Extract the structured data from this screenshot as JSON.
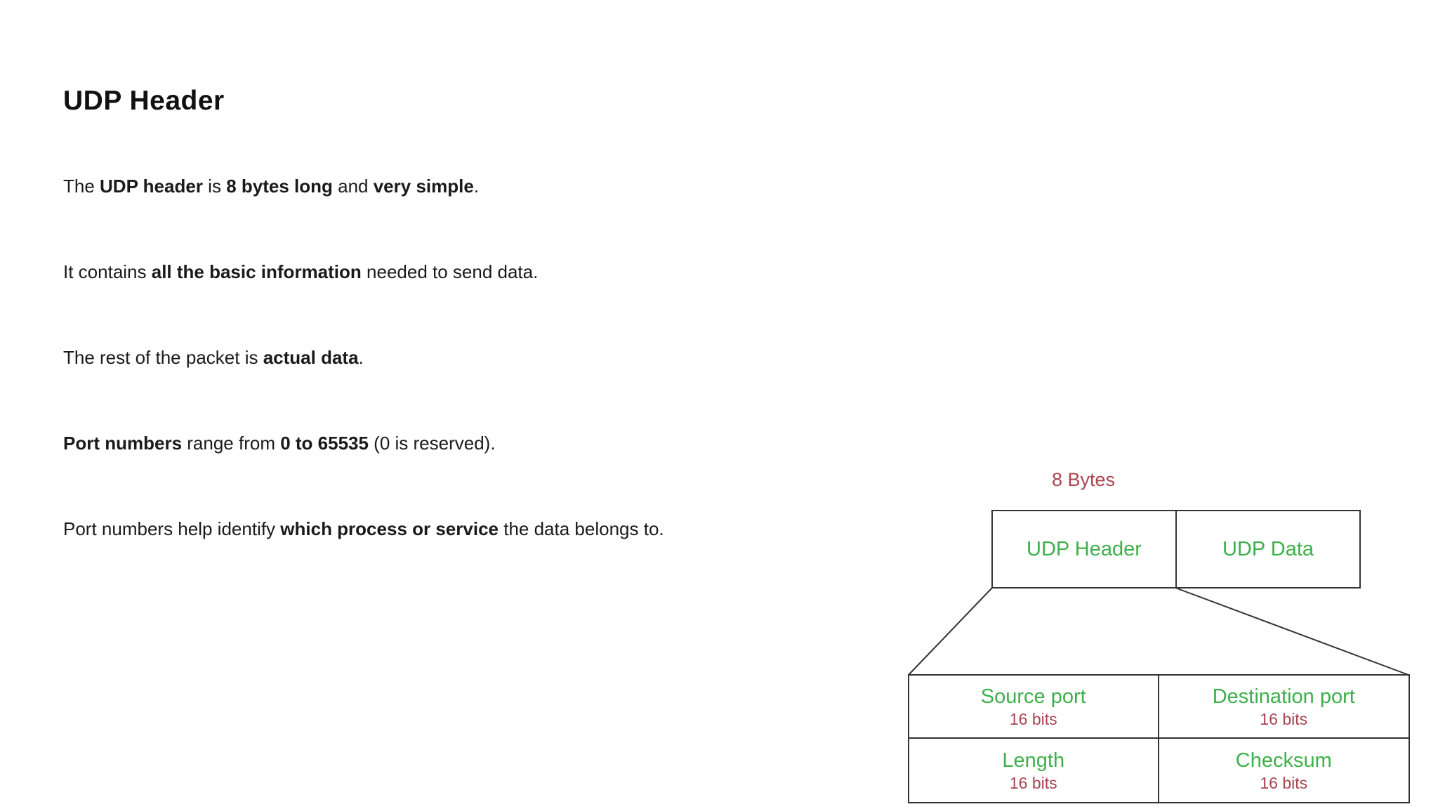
{
  "page": {
    "title": "UDP Header"
  },
  "paragraphs": [
    [
      {
        "text": "The ",
        "bold": false
      },
      {
        "text": "UDP header",
        "bold": true
      },
      {
        "text": " is ",
        "bold": false
      },
      {
        "text": "8 bytes long",
        "bold": true
      },
      {
        "text": " and ",
        "bold": false
      },
      {
        "text": "very simple",
        "bold": true
      },
      {
        "text": ".",
        "bold": false
      }
    ],
    [
      {
        "text": "It contains ",
        "bold": false
      },
      {
        "text": "all the basic information",
        "bold": true
      },
      {
        "text": " needed to send data.",
        "bold": false
      }
    ],
    [
      {
        "text": "The rest of the packet is ",
        "bold": false
      },
      {
        "text": "actual data",
        "bold": true
      },
      {
        "text": ".",
        "bold": false
      }
    ],
    [
      {
        "text": "Port numbers",
        "bold": true
      },
      {
        "text": " range from ",
        "bold": false
      },
      {
        "text": "0 to 65535",
        "bold": true
      },
      {
        "text": " (0 is reserved).",
        "bold": false
      }
    ],
    [
      {
        "text": "Port numbers help identify ",
        "bold": false
      },
      {
        "text": "which process or service",
        "bold": true
      },
      {
        "text": " the data belongs to.",
        "bold": false
      }
    ]
  ],
  "diagram": {
    "bytes_label": "8 Bytes",
    "top_row": [
      {
        "label": "UDP Header"
      },
      {
        "label": "UDP Data"
      }
    ],
    "fields": [
      {
        "name": "Source port",
        "size": "16 bits"
      },
      {
        "name": "Destination port",
        "size": "16 bits"
      },
      {
        "name": "Length",
        "size": "16 bits"
      },
      {
        "name": "Checksum",
        "size": "16 bits"
      }
    ],
    "colors": {
      "label_green": "#3db04a",
      "size_red": "#a8454f",
      "line": "#333333"
    }
  }
}
